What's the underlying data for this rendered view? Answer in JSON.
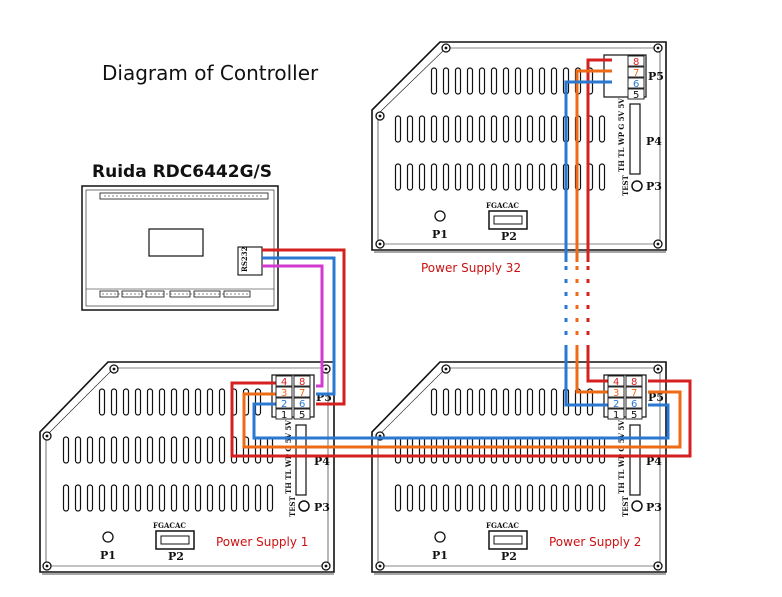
{
  "title": "Diagram of Controller",
  "controller": {
    "name": "Ruida RDC6442G/S",
    "port_label": "RS232"
  },
  "power_supplies": [
    {
      "name": "Power Supply 32",
      "p1": "P1",
      "p2": "P2",
      "p3": "P3",
      "p4": "P4",
      "p5": "P5",
      "p2_text": "FGACAC",
      "test": "TEST",
      "p4_pins": "TH TL WP G 5V 5V",
      "pins": [
        "8",
        "7",
        "6",
        "5"
      ]
    },
    {
      "name": "Power Supply 1",
      "p1": "P1",
      "p2": "P2",
      "p3": "P3",
      "p4": "P4",
      "p5": "P5",
      "p2_text": "FGACAC",
      "test": "TEST",
      "p4_pins": "TH TL WP G 5V 5V",
      "pins": [
        "4",
        "8",
        "3",
        "7",
        "2",
        "6",
        "1",
        "5"
      ]
    },
    {
      "name": "Power Supply 2",
      "p1": "P1",
      "p2": "P2",
      "p3": "P3",
      "p4": "P4",
      "p5": "P5",
      "p2_text": "FGACAC",
      "test": "TEST",
      "p4_pins": "TH TL WP G 5V 5V",
      "pins": [
        "4",
        "8",
        "3",
        "7",
        "2",
        "6",
        "1",
        "5"
      ]
    }
  ],
  "wire_colors": {
    "red": "#d61f1f",
    "orange": "#ee6a14",
    "blue": "#2a78d2",
    "magenta": "#d23ad2"
  }
}
